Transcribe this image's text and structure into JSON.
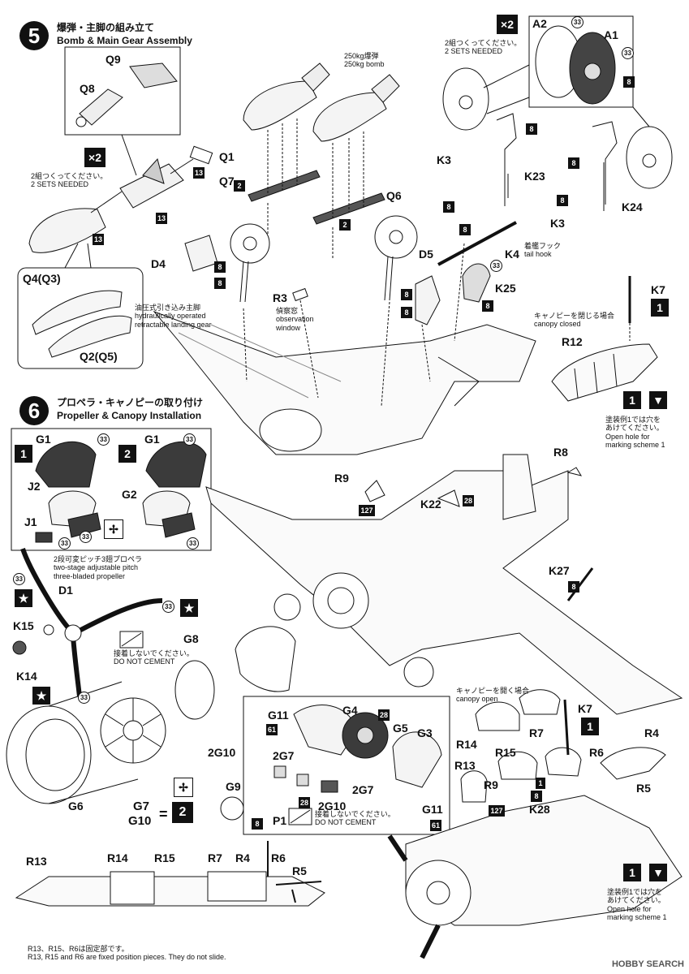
{
  "step5": {
    "number": "5",
    "title_jp": "爆弾・主脚の組み立て",
    "title_en": "Bomb & Main Gear Assembly",
    "x2_label": "×2",
    "sets_jp": "2組つくってください。",
    "sets_en": "2 SETS NEEDED",
    "bomb_jp": "250kg爆弾",
    "bomb_en": "250kg bomb",
    "gear_jp": "油圧式引き込み主脚",
    "gear_en1": "hydraulically operated",
    "gear_en2": "retractable landing gear",
    "window_jp": "偵察窓",
    "window_en1": "observation",
    "window_en2": "window",
    "hook_jp": "着艦フック",
    "hook_en": "tail hook",
    "canopy_closed_jp": "キャノピーを閉じる場合",
    "canopy_closed_en": "canopy closed"
  },
  "step6": {
    "number": "6",
    "title_jp": "プロペラ・キャノピーの取り付け",
    "title_en": "Propeller & Canopy Installation",
    "prop_jp": "2段可変ピッチ3翅プロペラ",
    "prop_en1": "two-stage adjustable pitch",
    "prop_en2": "three-bladed propeller",
    "no_cement_jp": "接着しないでください。",
    "no_cement_en": "DO NOT CEMENT",
    "open_hole_jp1": "塗装例1では穴を",
    "open_hole_jp2": "あけてください。",
    "open_hole_en1": "Open hole for",
    "open_hole_en2": "marking scheme 1",
    "canopy_open_jp": "キャノピーを開く場合",
    "canopy_open_en": "canopy open",
    "fixed_jp": "R13、R15、R6は固定部です。",
    "fixed_en": "R13, R15 and R6 are fixed position pieces. They do not slide.",
    "equals": "="
  },
  "parts": {
    "Q9": "Q9",
    "Q8": "Q8",
    "Q1": "Q1",
    "Q7": "Q7",
    "Q6": "Q6",
    "Q4Q3": "Q4(Q3)",
    "Q2Q5": "Q2(Q5)",
    "A1": "A1",
    "A2": "A2",
    "K3a": "K3",
    "K3b": "K3",
    "K23": "K23",
    "K24": "K24",
    "K4": "K4",
    "K25": "K25",
    "D4": "D4",
    "D5": "D5",
    "R3": "R3",
    "K7a": "K7",
    "K7b": "K7",
    "R12": "R12",
    "G1a": "G1",
    "G1b": "G1",
    "J2": "J2",
    "J1": "J1",
    "G2": "G2",
    "R8": "R8",
    "R9a": "R9",
    "K22": "K22",
    "K27": "K27",
    "D1": "D1",
    "K15": "K15",
    "K14": "K14",
    "G8": "G8",
    "G6": "G6",
    "G4": "G4",
    "G5": "G5",
    "G3": "G3",
    "G11a": "G11",
    "G11b": "G11",
    "G10a": "G10",
    "G7a": "G7",
    "G7b": "G7",
    "G10b": "G10",
    "G9": "G9",
    "P1": "P1",
    "G7eq": "G7",
    "G10eq": "G10",
    "R14a": "R14",
    "R7a": "R7",
    "R4a": "R4",
    "R6a": "R6",
    "R5a": "R5",
    "R13a": "R13",
    "R15a": "R15",
    "R9b": "R9",
    "K28": "K28",
    "R13b": "R13",
    "R14b": "R14",
    "R15b": "R15",
    "R7b": "R7",
    "R4b": "R4",
    "R6b": "R6",
    "R5b": "R5"
  },
  "colors": {
    "c33": "33",
    "c8": "8",
    "c13": "13",
    "c2": "2",
    "c28": "28",
    "c127": "127",
    "c61": "61",
    "scheme1": "1",
    "scheme2": "2"
  },
  "watermark": "HOBBY SEARCH"
}
